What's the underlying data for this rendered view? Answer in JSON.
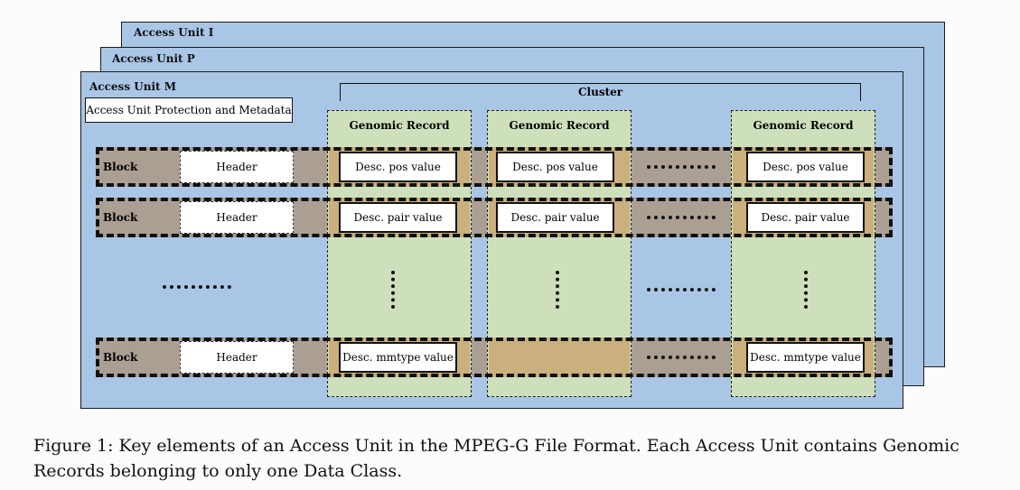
{
  "units": {
    "i_label": "Access Unit I",
    "p_label": "Access Unit P",
    "m_label": "Access Unit M"
  },
  "metadata_label": "Access Unit Protection and Metadata",
  "cluster_label": "Cluster",
  "genomic_record_label": "Genomic Record",
  "block_label": "Block",
  "header_label": "Header",
  "descriptors": {
    "pos": "Desc. pos value",
    "pair": "Desc. pair value",
    "mmtype": "Desc. mmtype value"
  },
  "caption": "Figure 1:  Key elements of an Access Unit in the MPEG-G File Format. Each Access Unit contains Genomic Records belonging to only one Data Class.",
  "colors": {
    "access_unit": "#a9c6e6",
    "genomic_record": "#cde0bb",
    "block": "#ab9f94",
    "block_in_record": "#c9b07c"
  }
}
